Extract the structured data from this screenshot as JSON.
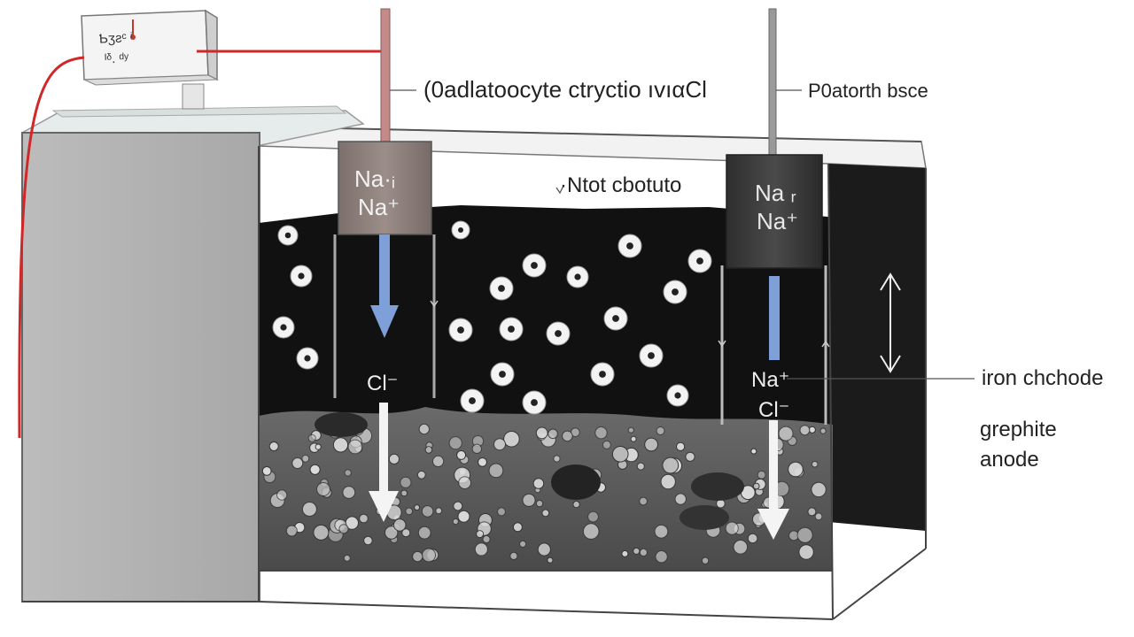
{
  "power_supply": {
    "text_line1": "Ƅʒƨᶜ ⁱ",
    "text_line2": "ᴵᵟ. ᵈʸ"
  },
  "labels": {
    "electrolyte": "(0adlatoocyte ctryctio ıvıαCl",
    "top_right": "P0atorth bsce",
    "middle": "·Ntot cbotuto",
    "iron_cathode": "iron chchode",
    "graphite_anode_line1": "grephite",
    "graphite_anode_line2": "anode"
  },
  "electrode_left": {
    "ion_top": "Na·ᵢ",
    "ion_bottom": "Na⁺"
  },
  "electrode_right": {
    "ion_top": "Na ᵣ",
    "ion_bottom": "Na⁺"
  },
  "ions_in_liquid": {
    "left_cl": "Cl⁻",
    "right_na": "Na⁺",
    "right_cl": "Cl⁻"
  },
  "colors": {
    "liquid": "#101010",
    "sediment": "#5a5a5a",
    "tank_edge": "#444444",
    "wire": "#d02828",
    "rod_left": "#c48a8a",
    "rod_right": "#9a9a9a",
    "electrode_left": "#8a7c78",
    "electrode_right": "#3c3c3c",
    "arrow_blue": "#7f9fd8"
  }
}
